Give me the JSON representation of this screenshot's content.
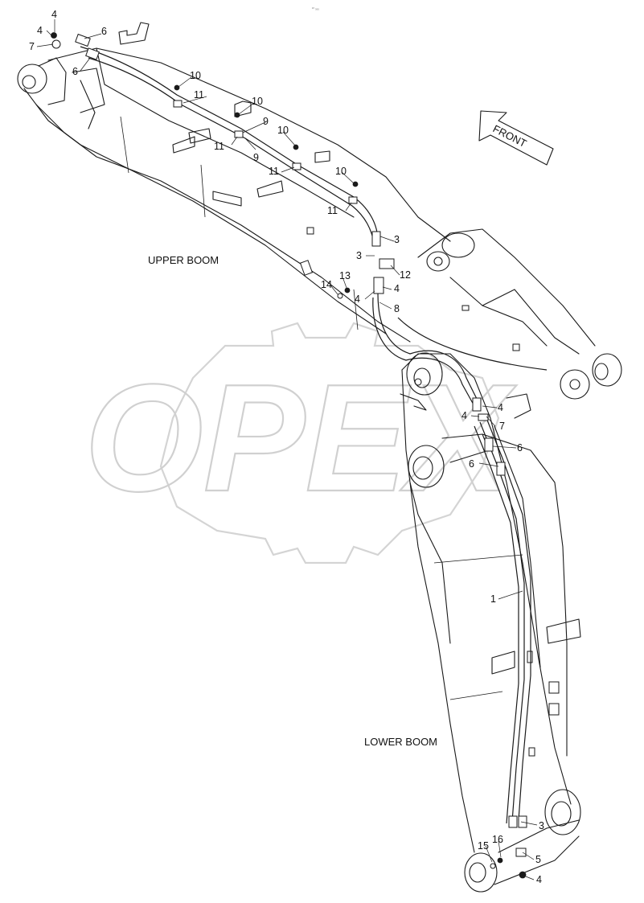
{
  "diagram": {
    "code_text": "¹⁰ ₃₀₀",
    "watermark": "OPEX",
    "front_label": "FRONT",
    "captions": {
      "upper_boom": "UPPER BOOM",
      "lower_boom": "LOWER BOOM"
    },
    "callouts": [
      "4",
      "4",
      "7",
      "6",
      "6",
      "10",
      "11",
      "10",
      "9",
      "9",
      "11",
      "10",
      "11",
      "10",
      "11",
      "3",
      "3",
      "12",
      "13",
      "14",
      "4",
      "4",
      "8",
      "4",
      "7",
      "4",
      "6",
      "6",
      "1",
      "3",
      "15",
      "16",
      "5",
      "4"
    ]
  }
}
